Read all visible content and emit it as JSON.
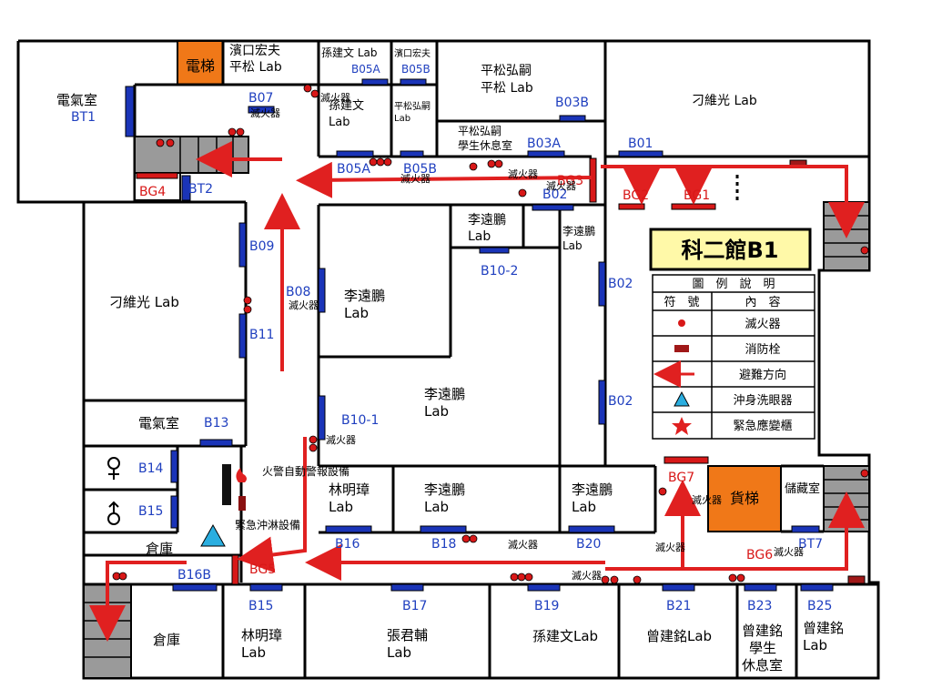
{
  "title": "科二館B1",
  "legend": {
    "header": "圖　例　說　明",
    "col_symbol": "符　號",
    "col_content": "內　容",
    "items": [
      "滅火器",
      "消防栓",
      "避難方向",
      "沖身洗眼器",
      "緊急應變櫃"
    ]
  },
  "rooms": {
    "elevator": "電梯",
    "hamaguchi_hiramatsu_lab_1": "濱口宏夫",
    "hamaguchi_hiramatsu_lab_2": "平松 Lab",
    "sun_lab_top": "孫建文 Lab",
    "hama_small": "濱口宏夫",
    "hiramatsu_lab_1": "平松弘嗣",
    "hiramatsu_lab_2": "平松 Lab",
    "diao_lab_top": "刁維光 Lab",
    "elec_room_1": "電氣室",
    "sun_lab_mid_1": "孫建文",
    "sun_lab_mid_2": "Lab",
    "hira_small_1": "平松弘嗣",
    "hira_small_2": "Lab",
    "hira_lounge_1": "平松弘嗣",
    "hira_lounge_2": "學生休息室",
    "li_small_1": "李遠鵬",
    "li_small_2": "Lab",
    "li_corr_1": "李遠鵬",
    "li_corr_2": "Lab",
    "diao_lab_left": "刁維光 Lab",
    "li_lab_a_1": "李遠鵬",
    "li_lab_a_2": "Lab",
    "li_lab_b_1": "李遠鵬",
    "li_lab_b_2": "Lab",
    "elec_room_2": "電氣室",
    "lin_lab_mid_1": "林明璋",
    "lin_lab_mid_2": "Lab",
    "li_lab_c_1": "李遠鵬",
    "li_lab_c_2": "Lab",
    "li_lab_d_1": "李遠鵬",
    "li_lab_d_2": "Lab",
    "freight_elevator": "貨梯",
    "storage_small": "儲藏室",
    "warehouse_1": "倉庫",
    "warehouse_2": "倉庫",
    "lin_lab_bottom_1": "林明璋",
    "lin_lab_bottom_2": "Lab",
    "chang_lab_1": "張君輔",
    "chang_lab_2": "Lab",
    "sun_lab_bottom": "孫建文Lab",
    "tseng_lab": "曾建銘Lab",
    "tseng_lounge_1": "曾建銘",
    "tseng_lounge_2": "學生",
    "tseng_lounge_3": "休息室",
    "tseng_lab_2_1": "曾建銘",
    "tseng_lab_2_2": "Lab"
  },
  "codes": {
    "BT1": "BT1",
    "BT2": "BT2",
    "BT7": "BT7",
    "B07": "B07",
    "B05A_top": "B05A",
    "B05B_top": "B05B",
    "B03B": "B03B",
    "B03A": "B03A",
    "B01": "B01",
    "B05A": "B05A",
    "B05B": "B05B",
    "B02_a": "B02",
    "B09": "B09",
    "B08": "B08",
    "B11": "B11",
    "B10_2": "B10-2",
    "B02_b": "B02",
    "B02_c": "B02",
    "B10_1": "B10-1",
    "B13": "B13",
    "B14": "B14",
    "B15_left": "B15",
    "B16": "B16",
    "B18": "B18",
    "B20": "B20",
    "B16B": "B16B",
    "B15": "B15",
    "B17": "B17",
    "B19": "B19",
    "B21": "B21",
    "B23": "B23",
    "B25": "B25"
  },
  "red_codes": {
    "BG4": "BG4",
    "BG3": "BG3",
    "BG2": "BG2",
    "BG1": "BG1",
    "BG7": "BG7",
    "BG5": "BG5",
    "BG6": "BG6"
  },
  "labels": {
    "ext_1": "滅火器",
    "ext_2": "滅火器",
    "ext_3": "滅火器",
    "ext_4": "滅火器",
    "ext_5": "滅火器",
    "ext_6": "滅火器",
    "ext_7": "滅火器",
    "ext_8": "滅火器",
    "ext_9": "滅火器",
    "ext_10": "滅火器",
    "ext_11": "滅火器",
    "ext_12": "滅火器",
    "fire_alarm": "火警自動警報設備",
    "emergency_shower": "緊急沖淋設備"
  },
  "colors": {
    "arrow": "#e02020",
    "door": "#1a34b8",
    "elevator": "#f07818",
    "title_bg": "#fff9a8"
  }
}
